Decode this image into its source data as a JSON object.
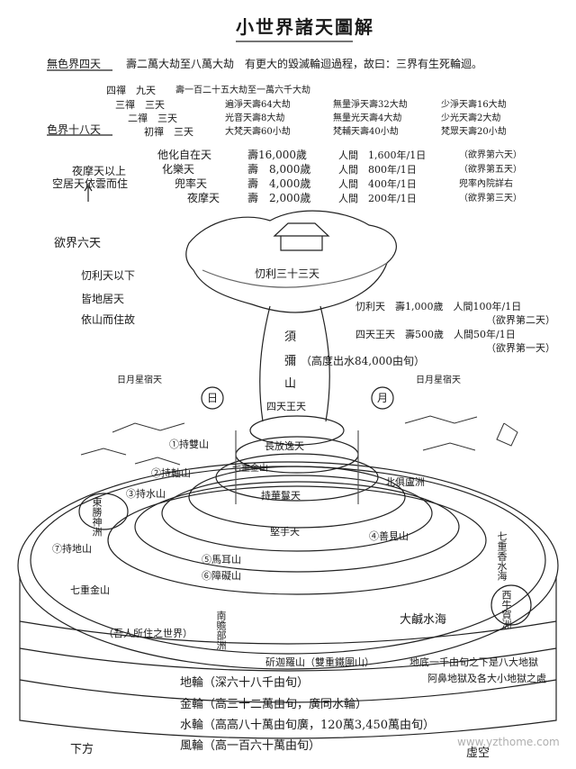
{
  "title": "小世界諸天圖解",
  "formless": {
    "label": "無色界四天",
    "text": "壽二萬大劫至八萬大劫　有更大的毀滅輪迴過程，故曰：三界有生死輪迴。"
  },
  "form_realm": {
    "label": "色界十八天",
    "ninth": {
      "name": "四禪　九天",
      "life": "壽一百二十五大劫至一萬六千大劫"
    },
    "third": {
      "name": "三禪　三天",
      "c1": "遍淨天壽64大劫",
      "c2": "無量淨天壽32大劫",
      "c3": "少淨天壽16大劫"
    },
    "second": {
      "name": "二禪　三天",
      "c1": "光音天壽8大劫",
      "c2": "無量光天壽4大劫",
      "c3": "少光天壽2大劫"
    },
    "first": {
      "name": "初禪　三天",
      "c1": "大梵天壽60小劫",
      "c2": "梵輔天壽40小劫",
      "c3": "梵眾天壽20小劫"
    }
  },
  "desire_heavens": [
    {
      "name": "他化自在天",
      "life": "壽16,000歲",
      "equiv": "人間　1,600年/1日",
      "tag": "（欲界第六天）"
    },
    {
      "name": "化樂天",
      "life": "壽　8,000歲",
      "equiv": "人間　800年/1日",
      "tag": "（欲界第五天）"
    },
    {
      "name": "兜率天",
      "life": "壽　4,000歲",
      "equiv": "人間　400年/1日",
      "tag": "兜率內院詳右"
    },
    {
      "name": "夜摩天",
      "life": "壽　2,000歲",
      "equiv": "人間　200年/1日",
      "tag": "（欲界第三天）"
    }
  ],
  "left_note": {
    "line1": "夜摩天以上",
    "line2": "空居天依雲而住"
  },
  "desire_six": "欲界六天",
  "trayastrimsa_note": {
    "line1": "忉利天以下",
    "line2": "皆地居天",
    "line3": "依山而住故"
  },
  "trayastrimsa": "忉利三十三天",
  "trayastrimsa_life": {
    "line1": "忉利天　壽1,000歲　人間100年/1日",
    "line2": "（欲界第二天）"
  },
  "four_kings_life": {
    "line1": "四天王天　壽500歲　人間50年/1日",
    "line2": "（欲界第一天）"
  },
  "sumeru": {
    "c1": "須",
    "c2": "彌",
    "c3": "山",
    "height": "（高度出水84,000由旬）"
  },
  "four_kings": "四天王天",
  "stars_left": "日月星宿天",
  "stars_right": "日月星宿天",
  "sun": "日",
  "moon": "月",
  "terrace": {
    "t1": "長放逸天",
    "t2": "持華鬘天",
    "t3": "堅手天"
  },
  "mountains": {
    "m1": "①持雙山",
    "m2": "②持軸山",
    "m3": "③持水山",
    "m4": "④善見山",
    "m5": "⑤馬耳山",
    "m6": "⑥障礙山",
    "m7": "⑦持地山"
  },
  "gold_mt_inner": "七重金山",
  "gold_mt_outer": "七重金山",
  "north_continent": "北俱盧洲",
  "east_continent": "東勝神洲",
  "west_continent": "西牛賀洲",
  "south_continent": "南贍部洲",
  "seven_seas": "七重香水海",
  "great_ocean": "大鹹水海",
  "our_world": "（吾人所住之世界）",
  "iron_ring": "斫迦羅山（雙重鐵圍山）",
  "hell_note": {
    "line1": "地底一千由旬之下是八大地獄",
    "line2": "阿鼻地獄及各大小地獄之處"
  },
  "wheels": {
    "earth": "地輪（深六十八千由旬）",
    "gold": "金輪（高三十二萬由旬，廣同水輪）",
    "water": "水輪（高高八十萬由旬廣，120萬3,450萬由旬）",
    "wind": "風輪（高一百六十萬由旬）"
  },
  "below": "下方",
  "void": "虛空",
  "watermark": "www.yzthome.com"
}
